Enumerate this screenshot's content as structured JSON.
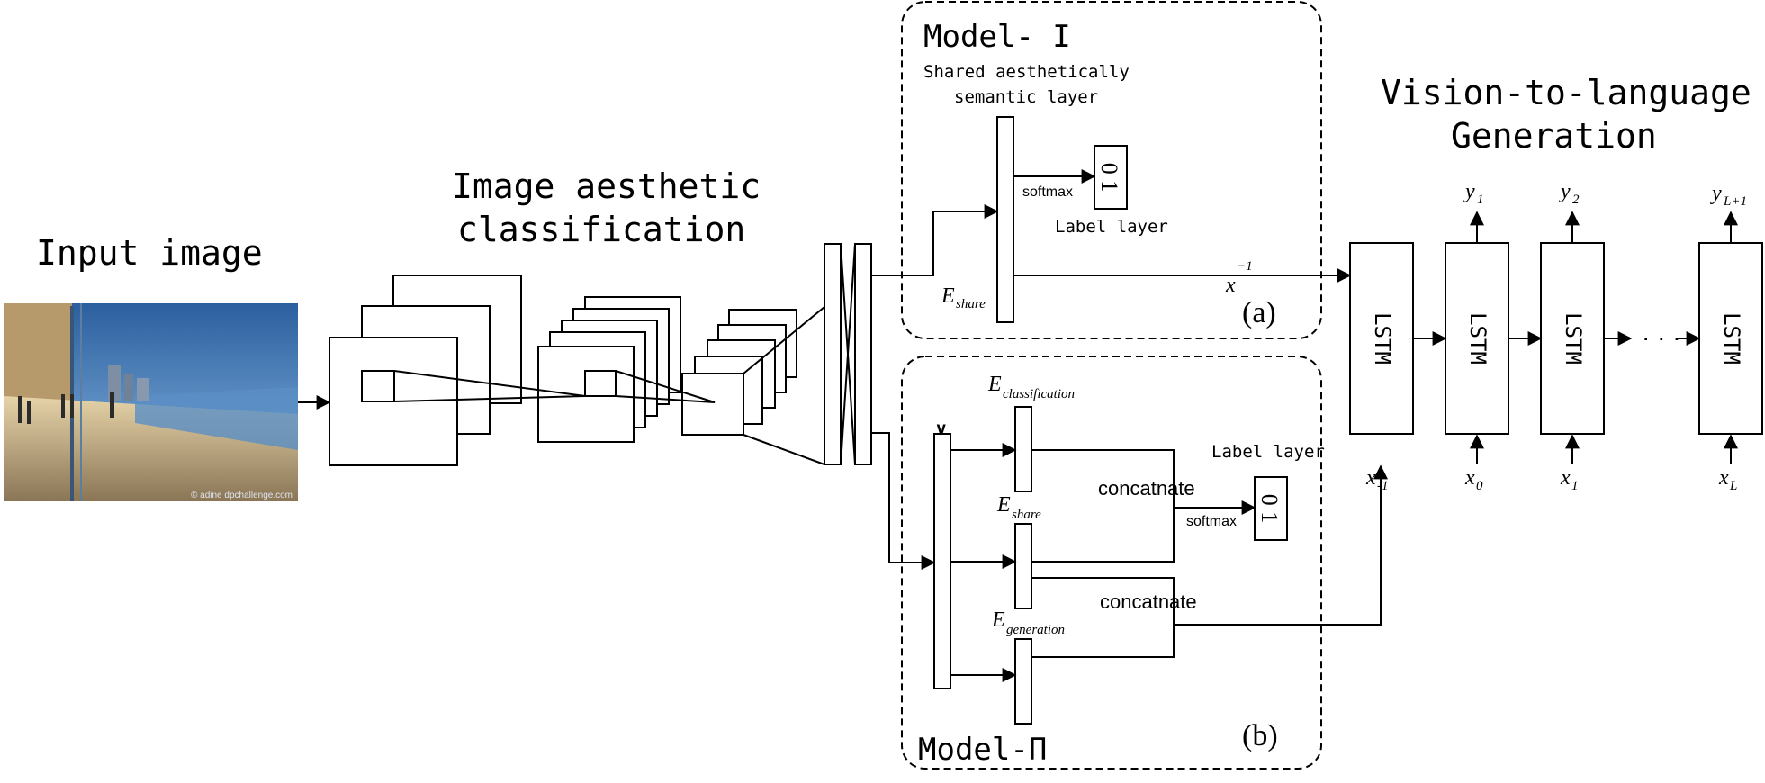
{
  "labels": {
    "input_image": "Input image",
    "image_aesthetic_line1": "Image aesthetic",
    "image_aesthetic_line2": "classification",
    "vision_line1": "Vision-to-language",
    "vision_line2": "Generation",
    "model_1": "Model- I",
    "model_2": "Model-Π",
    "shared_layer_line1": "Shared aesthetically",
    "shared_layer_line2": "semantic layer",
    "softmax": "softmax",
    "label_layer": "Label layer",
    "label_digits": "0 1",
    "concatenate": "concatnate",
    "panel_a": "(a)",
    "panel_b": "(b)",
    "v": "v",
    "ellipsis": "· · ·",
    "photo_watermark": "© adine dpchallenge.com"
  },
  "symbols": {
    "E": "E",
    "share_sub": "share",
    "classification_sub": "classification",
    "generation_sub": "generation",
    "x": "x",
    "y": "y",
    "x_minus_1_sub": "−1",
    "x_minus_1_sub_small": "-1",
    "sub_0": "0",
    "sub_1": "1",
    "sub_L": "L",
    "y_1_sub": "1",
    "y_2_sub": "2",
    "y_L1_sub": "L+1"
  },
  "lstm": {
    "label": "LSTM"
  },
  "colors": {
    "stroke": "#000000",
    "sky_top": "#2c5f9e",
    "sky_bottom": "#7fb1e0",
    "floor": "#c9a77a",
    "glass": "#3f7fb4"
  }
}
